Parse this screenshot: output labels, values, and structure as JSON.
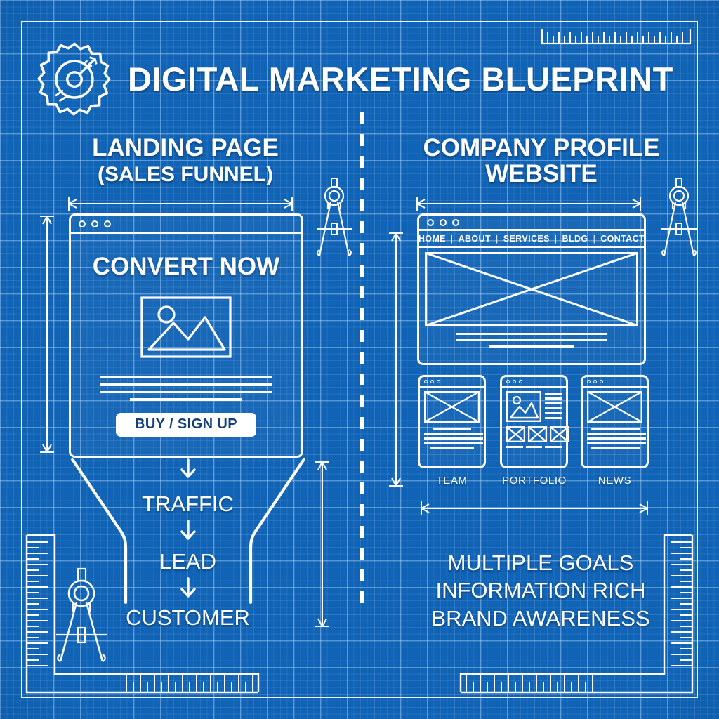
{
  "page": {
    "title": "DIGITAL MARKETING BLUEPRINT",
    "background_color": "#1063b5",
    "ink_color": "#ffffff",
    "accent_color": "#12407c"
  },
  "header": {
    "icon": "gear-target-icon",
    "title": "DIGITAL MARKETING BLUEPRINT"
  },
  "left_column": {
    "title": "LANDING PAGE",
    "subtitle": "(SALES FUNNEL)",
    "mockup": {
      "window_dots": 3,
      "headline": "CONVERT NOW",
      "image_placeholder": "image-placeholder-icon",
      "body_lines": 4,
      "cta_label": "BUY / SIGN UP"
    },
    "funnel": {
      "stages": [
        "TRAFFIC",
        "LEAD",
        "CUSTOMER"
      ],
      "arrows": 3
    }
  },
  "right_column": {
    "title_line1": "COMPANY PROFILE",
    "title_line2": "WEBSITE",
    "mockup": {
      "window_dots": 3,
      "nav_items": [
        "HOME",
        "ABOUT",
        "SERVICES",
        "BLDG",
        "CONTACT"
      ],
      "nav_separator": "|",
      "hero": "crossed-box-placeholder",
      "body_lines": 3
    },
    "cards": [
      {
        "label": "TEAM",
        "thumb": "crossed-box-placeholder",
        "text_lines": 5
      },
      {
        "label": "PORTFOLIO",
        "thumb": "image-placeholder-icon",
        "text_lines": 5,
        "gallery_boxes": 3
      },
      {
        "label": "NEWS",
        "thumb": "crossed-box-placeholder",
        "text_lines": 5
      }
    ],
    "benefits": [
      "MULTIPLE GOALS",
      "INFORMATION RICH",
      "BRAND AWARENESS"
    ]
  },
  "decorations": {
    "divider": "dashed-vertical-divider",
    "compass_icons": [
      "compass-icon-left",
      "compass-icon-right",
      "compass-icon-corner"
    ],
    "rulers": [
      "ruler-top-right",
      "ruler-bottom-left",
      "ruler-bottom-right"
    ],
    "dimension_lines": [
      "dim-left-width",
      "dim-left-height",
      "dim-funnel-height",
      "dim-right-width",
      "dim-right-height",
      "dim-cards-width"
    ]
  }
}
